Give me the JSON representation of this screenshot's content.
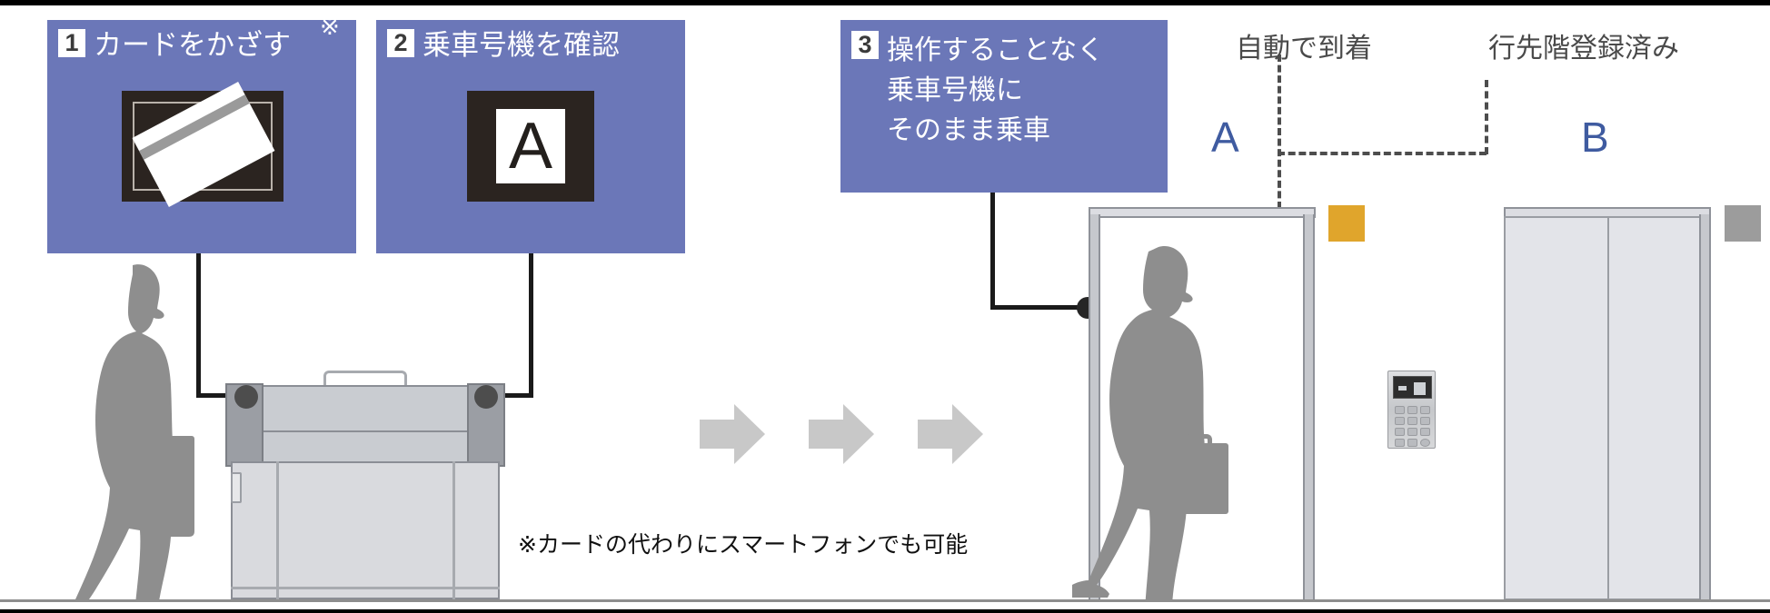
{
  "diagram": {
    "title_alt": "Elevator destination-control flow diagram",
    "colors": {
      "panel_blue": "#6b77b8",
      "step_num_bg": "#ffffff",
      "reader_dark": "#2b2420",
      "elevator_label": "#3f5ba0",
      "indicator_active": "#e0a52c",
      "indicator_inactive": "#9c9c9c",
      "arrow_gray": "#c8c8c8",
      "silhouette_gray": "#8e8e8e",
      "dash_gray": "#4d4d4d"
    }
  },
  "steps": [
    {
      "number": "1",
      "title": "カードをかざす",
      "superscript": "※",
      "icon": "card-reader-icon"
    },
    {
      "number": "2",
      "title": "乗車号機を確認",
      "icon": "car-letter-tile-icon",
      "tile_letter": "A"
    },
    {
      "number": "3",
      "title": "操作することなく\n乗車号機に\nそのまま乗車",
      "icon": "none"
    }
  ],
  "callouts": [
    {
      "id": "auto-arrival",
      "label": "自動で到着"
    },
    {
      "id": "destination-registered",
      "label": "行先階登録済み"
    }
  ],
  "elevators": [
    {
      "label": "A",
      "state": "open",
      "indicator": "active",
      "indicator_color": "#e0a52c"
    },
    {
      "label": "B",
      "state": "closed",
      "indicator": "inactive",
      "indicator_color": "#9c9c9c"
    }
  ],
  "flow_arrows": {
    "count": 3,
    "direction": "right",
    "color": "#c8c8c8"
  },
  "footnote": {
    "text": "※カードの代わりにスマートフォンでも可能"
  },
  "hall_panel": {
    "name": "destination-operating-panel",
    "keys": [
      "1",
      "2",
      "3",
      "4",
      "5",
      "6",
      "7",
      "8",
      "9",
      "0",
      "*",
      "#"
    ]
  },
  "figures": [
    {
      "id": "walker-left",
      "description": "walking-person-with-briefcase"
    },
    {
      "id": "walker-right",
      "description": "walking-person-with-briefcase"
    }
  ],
  "gate": {
    "id": "security-gate",
    "description": "flap-gate-with-card-reader-sensors"
  }
}
